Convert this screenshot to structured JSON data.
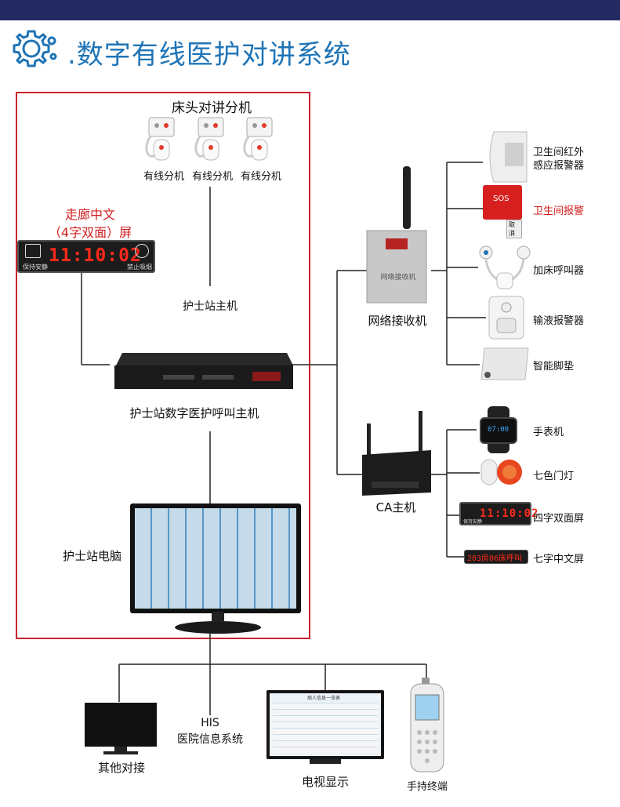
{
  "header": {
    "title": ".数字有线医护对讲系统"
  },
  "colors": {
    "accent": "#1f74b6",
    "topbar": "#232a63",
    "frame": "#c9232c",
    "alarm_text": "#d21f1f",
    "clock_digits": "#ff2a1a"
  },
  "icons": {
    "header": "gear-icon"
  },
  "bedside": {
    "title": "床头对讲分机",
    "units": [
      "有线分机",
      "有线分机",
      "有线分机"
    ]
  },
  "corridor": {
    "label_line1": "走廊中文",
    "label_line2": "（4字双面）屏",
    "time": "11:10:02",
    "left_caption": "保持安静",
    "right_caption": "禁止吸烟"
  },
  "nurse": {
    "host_label": "护士站主机",
    "main_host_label": "护士站数字医护呼叫主机",
    "pc_label": "护士站电脑"
  },
  "receiver": {
    "label": "网络接收机",
    "face_text": "网络接收机"
  },
  "sensors": [
    {
      "label": "卫生间红外\n感应报警器",
      "icon": "infrared-sensor-icon"
    },
    {
      "label": "卫生间报警",
      "icon": "sos-alarm-icon",
      "badge": "SOS",
      "button": "取消"
    },
    {
      "label": "加床呼叫器",
      "icon": "call-cord-icon"
    },
    {
      "label": "输液报警器",
      "icon": "infusion-alarm-icon"
    },
    {
      "label": "智能脚垫",
      "icon": "smart-mat-icon"
    }
  ],
  "ca": {
    "label": "CA主机"
  },
  "ca_devices": [
    {
      "label": "手表机",
      "icon": "smartwatch-icon",
      "screen": "07:00"
    },
    {
      "label": "七色门灯",
      "icon": "door-light-icon"
    },
    {
      "label": "四字双面屏",
      "icon": "four-char-screen-icon",
      "time": "11:10:02",
      "caption": "保持安静"
    },
    {
      "label": "七字中文屏",
      "icon": "seven-char-screen-icon",
      "text": "203房06床呼叫"
    }
  ],
  "bottom": {
    "his_line1": "HIS",
    "his_line2": "医院信息系统",
    "tv_label": "其他对接",
    "display_label": "电视显示",
    "display_header": "病人信息一览表",
    "handheld_label": "手持终端"
  }
}
